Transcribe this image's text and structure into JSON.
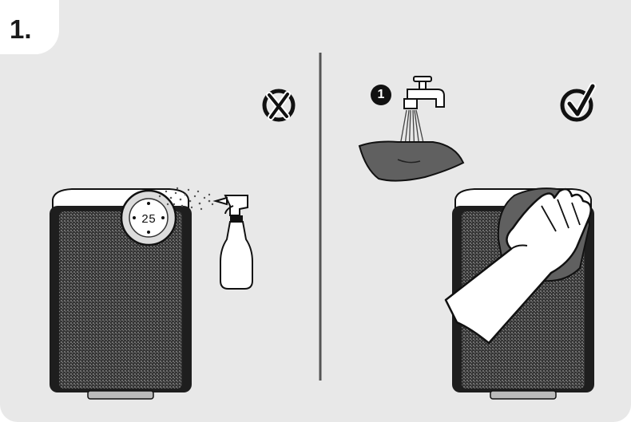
{
  "step": {
    "number": "1."
  },
  "substep": {
    "number": "1"
  },
  "display": {
    "reading": "25"
  },
  "icons": {
    "wrong": "prohibited-x-icon",
    "right": "approved-check-icon",
    "spray": "spray-bottle-icon",
    "tap": "water-tap-icon",
    "cloth": "cloth-icon",
    "hand": "hand-wiping-icon"
  },
  "colors": {
    "background": "#e8e8e8",
    "filter_dark": "#3a3a3a",
    "line": "#111111"
  }
}
